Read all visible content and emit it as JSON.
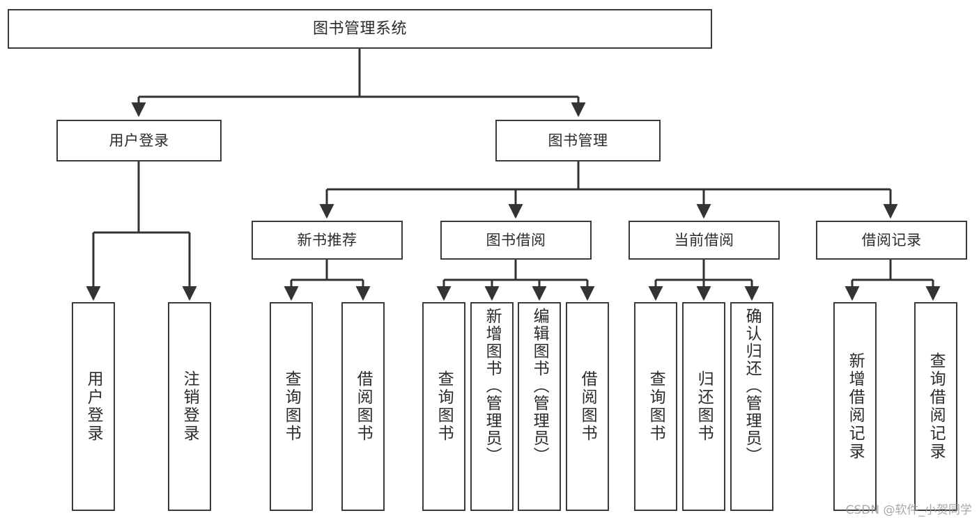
{
  "diagram": {
    "type": "tree-hierarchy",
    "title": "图书管理系统",
    "orientation": "top-down",
    "colors": {
      "border": "#3a3a3a",
      "fill": "#ffffff",
      "text": "#2b2b2b",
      "connector": "#333333",
      "watermark": "#9a9a9a"
    },
    "root": {
      "id": "root",
      "label": "图书管理系统"
    },
    "level2": [
      {
        "id": "user-login",
        "label": "用户登录"
      },
      {
        "id": "book-management",
        "label": "图书管理"
      }
    ],
    "level3": [
      {
        "id": "new-book-recommend",
        "label": "新书推荐",
        "parent": "book-management"
      },
      {
        "id": "book-borrow",
        "label": "图书借阅",
        "parent": "book-management"
      },
      {
        "id": "current-borrow",
        "label": "当前借阅",
        "parent": "book-management"
      },
      {
        "id": "borrow-record",
        "label": "借阅记录",
        "parent": "book-management"
      }
    ],
    "leaves": [
      {
        "id": "leaf-user-login",
        "label": "用户登录",
        "parent": "user-login"
      },
      {
        "id": "leaf-logout-login",
        "label": "注销登录",
        "parent": "user-login"
      },
      {
        "id": "leaf-query-book-1",
        "label": "查询图书",
        "parent": "new-book-recommend"
      },
      {
        "id": "leaf-borrow-book-1",
        "label": "借阅图书",
        "parent": "new-book-recommend"
      },
      {
        "id": "leaf-query-book-2",
        "label": "查询图书",
        "parent": "book-borrow"
      },
      {
        "id": "leaf-add-book",
        "label": "新增图书（管理员）",
        "parent": "book-borrow"
      },
      {
        "id": "leaf-edit-book",
        "label": "编辑图书（管理员）",
        "parent": "book-borrow"
      },
      {
        "id": "leaf-borrow-book-2",
        "label": "借阅图书",
        "parent": "book-borrow"
      },
      {
        "id": "leaf-query-book-3",
        "label": "查询图书",
        "parent": "current-borrow"
      },
      {
        "id": "leaf-return-book",
        "label": "归还图书",
        "parent": "current-borrow"
      },
      {
        "id": "leaf-confirm-return",
        "label": "确认归还（管理员）",
        "parent": "current-borrow"
      },
      {
        "id": "leaf-add-record",
        "label": "新增借阅记录",
        "parent": "borrow-record"
      },
      {
        "id": "leaf-query-record",
        "label": "查询借阅记录",
        "parent": "borrow-record"
      }
    ]
  },
  "watermark": {
    "text": "CSDN @软件_小贺同学"
  }
}
